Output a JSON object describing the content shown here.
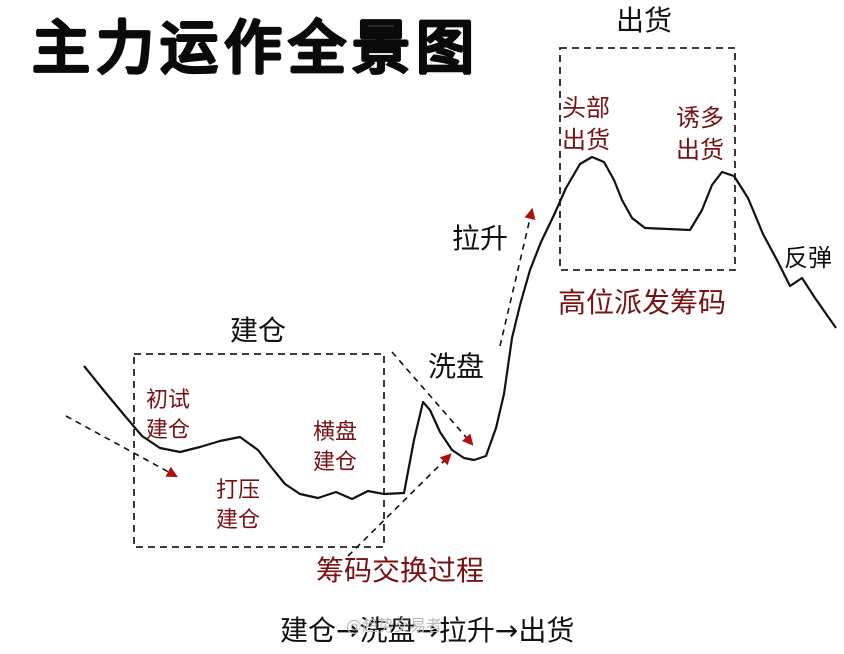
{
  "title": "主力运作全景图",
  "boxes": {
    "build": {
      "label": "建仓"
    },
    "distribute": {
      "label": "出货"
    }
  },
  "stage_labels": {
    "washout": "洗盘",
    "pullup": "拉升",
    "rebound": "反弹"
  },
  "notes": {
    "initial_build": [
      "初试",
      "建仓"
    ],
    "suppress_build": [
      "打压",
      "建仓"
    ],
    "sideways_build": [
      "横盘",
      "建仓"
    ],
    "top_distribute": [
      "头部",
      "出货"
    ],
    "lure_distribute": [
      "诱多",
      "出货"
    ]
  },
  "captions": {
    "chip_exchange": "筹码交换过程",
    "high_distribution": "高位派发筹码"
  },
  "flow": "建仓→洗盘→拉升→出货",
  "watermark": "@趋势交易者",
  "colors": {
    "ink": "#111111",
    "accent": "#7a1010",
    "arrow": "#b00d0d"
  }
}
